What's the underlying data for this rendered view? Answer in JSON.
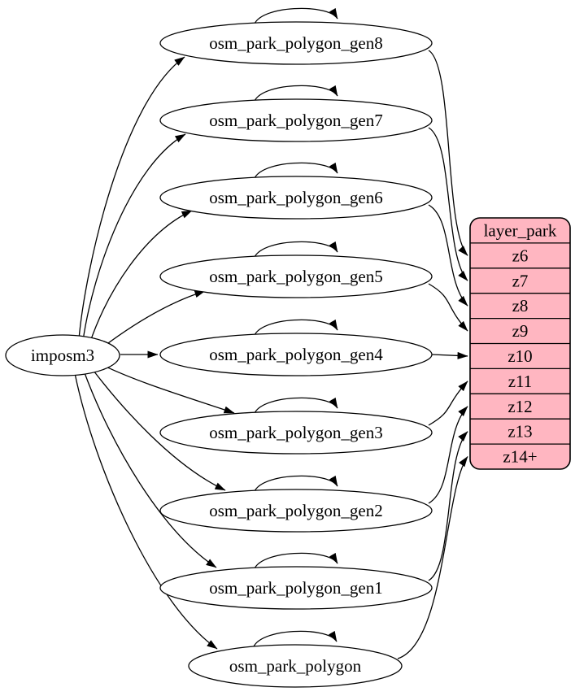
{
  "colors": {
    "background": "#ffffff",
    "node_fill": "#ffffff",
    "node_stroke": "#000000",
    "edge": "#000000",
    "layer_fill": "#ffb6c1",
    "text": "#000000"
  },
  "source": {
    "label": "imposm3"
  },
  "tables": [
    {
      "label": "osm_park_polygon_gen8",
      "target_zoom": "z6",
      "self_loop": true
    },
    {
      "label": "osm_park_polygon_gen7",
      "target_zoom": "z7",
      "self_loop": true
    },
    {
      "label": "osm_park_polygon_gen6",
      "target_zoom": "z8",
      "self_loop": true
    },
    {
      "label": "osm_park_polygon_gen5",
      "target_zoom": "z9",
      "self_loop": true
    },
    {
      "label": "osm_park_polygon_gen4",
      "target_zoom": "z10",
      "self_loop": true
    },
    {
      "label": "osm_park_polygon_gen3",
      "target_zoom": "z11",
      "self_loop": true
    },
    {
      "label": "osm_park_polygon_gen2",
      "target_zoom": "z12",
      "self_loop": true
    },
    {
      "label": "osm_park_polygon_gen1",
      "target_zoom": "z13",
      "self_loop": true
    },
    {
      "label": "osm_park_polygon",
      "target_zoom": "z14+",
      "self_loop": true
    }
  ],
  "layer": {
    "title": "layer_park",
    "rows": [
      "z6",
      "z7",
      "z8",
      "z9",
      "z10",
      "z11",
      "z12",
      "z13",
      "z14+"
    ]
  }
}
